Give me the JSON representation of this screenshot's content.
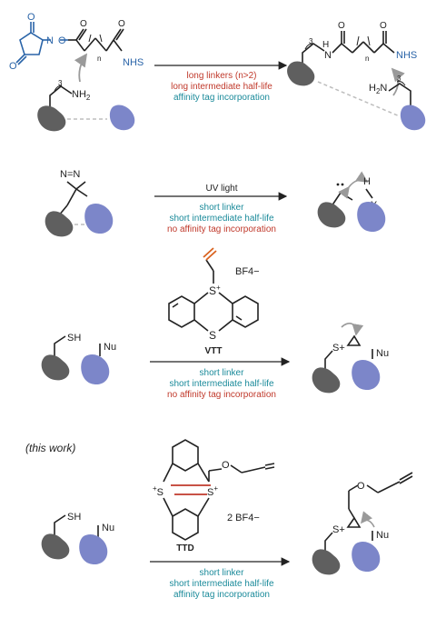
{
  "colors": {
    "protein_gray": "#5f5f5f",
    "protein_blue": "#7c86c9",
    "red": "#c0392b",
    "teal": "#1a8a9a",
    "nhs_blue": "#2a64a8",
    "vinyl_orange": "#d9621f"
  },
  "panel1": {
    "conditions": [
      "long linkers (n>2)",
      "long intermediate half-life",
      "affinity tag incorporation"
    ],
    "left": {
      "nh2_label": "NH2",
      "chain_index": "3",
      "n_label": "n",
      "nhs_label": "NHS"
    },
    "right": {
      "h_label": "H",
      "n_label": "N",
      "nhs_label": "NHS",
      "chain_index": "3",
      "n_index": "n",
      "h2n_label": "H2N",
      "chain_index2": "3"
    }
  },
  "panel2": {
    "reagent_above": "UV light",
    "conditions": [
      "short linker",
      "short intermediate half-life",
      "no affinity tag incorporation"
    ],
    "right": {
      "h_label": "H",
      "x_label": "X"
    }
  },
  "panel3": {
    "reagent_name": "VTT",
    "counterion": "BF4−",
    "conditions": [
      "short linker",
      "short intermediate half-life",
      "no affinity tag incorporation"
    ],
    "left": {
      "sh_label": "SH",
      "nu_label": "Nu"
    },
    "right": {
      "s_label": "S+",
      "nu_label": "Nu"
    }
  },
  "panel4": {
    "tag": "(this work)",
    "reagent_name": "TTD",
    "counterion": "2 BF4−",
    "conditions": [
      "short linker",
      "short intermediate half-life",
      "affinity tag incorporation"
    ],
    "left": {
      "sh_label": "SH",
      "nu_label": "Nu"
    },
    "right": {
      "s_label": "S+",
      "nu_label": "Nu",
      "o_label": "O"
    }
  }
}
